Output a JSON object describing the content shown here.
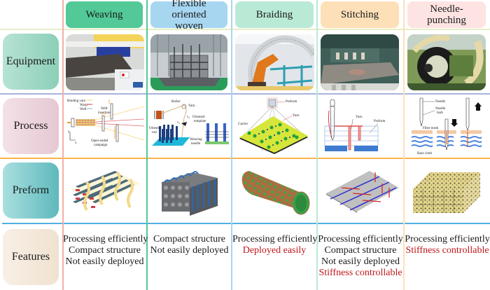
{
  "columns": [
    {
      "label": "Weaving",
      "color": "#52c996"
    },
    {
      "label": "Flexible oriented woven",
      "color": "#a7d6f1"
    },
    {
      "label": "Braiding",
      "color": "#b9ead6"
    },
    {
      "label": "Stitching",
      "color": "#fde0b8"
    },
    {
      "label": "Needle-punching",
      "color": "#fde4e2"
    }
  ],
  "rows": [
    {
      "label": "Equipment"
    },
    {
      "label": "Process"
    },
    {
      "label": "Preform"
    },
    {
      "label": "Features"
    }
  ],
  "equipment_images": [
    {
      "alt": "weaving-loom-photo"
    },
    {
      "alt": "flexible-oriented-woven-machine-photo"
    },
    {
      "alt": "braiding-machine-with-robot-photo"
    },
    {
      "alt": "stitching-machine-photo"
    },
    {
      "alt": "needle-punching-machine-photo"
    }
  ],
  "process_labels": {
    "weaving": {
      "binding_yarn": "Binding yarn",
      "warp": "Warp",
      "weft": "Weft",
      "weft_insertion_1": "Weft",
      "weft_insertion_2": "insertion",
      "open_ended_1": "Open-ended",
      "open_ended_2": "campaign",
      "axis_y": "y",
      "axis_x": "x"
    },
    "flexible": {
      "roller": "Roller",
      "yarn": "Yarn",
      "v1": "v₁",
      "v2": "v₂",
      "oriented_template_1": "Oriented",
      "oriented_template_2": "template",
      "oriented_rod_1": "Oriented",
      "oriented_rod_2": "rod",
      "weaving_needle_1": "Weaving",
      "weaving_needle_2": "needle"
    },
    "braiding": {
      "preform": "Preform",
      "yarn": "Yarn",
      "carrier": "Carrier"
    },
    "stitching": {
      "yarn": "Yarn",
      "preform": "Preform"
    },
    "needle_punching": {
      "needle": "Needle",
      "needle_barb_1": "Needle",
      "needle_barb_2": "barb",
      "fiber_mesh": "Fiber mesh",
      "base_cloth": "Base cloth"
    }
  },
  "features": [
    {
      "items": [
        {
          "text": "Processing efficiently",
          "highlight": false
        },
        {
          "text": "Compact structure",
          "highlight": false
        },
        {
          "text": "Not easily deployed",
          "highlight": false
        }
      ]
    },
    {
      "items": [
        {
          "text": "Compact structure",
          "highlight": false
        },
        {
          "text": "Not easily deployed",
          "highlight": false
        }
      ]
    },
    {
      "items": [
        {
          "text": "Processing efficiently",
          "highlight": false
        },
        {
          "text": "Deployed easily",
          "highlight": true
        }
      ]
    },
    {
      "items": [
        {
          "text": "Processing efficiently",
          "highlight": false
        },
        {
          "text": "Compact structure",
          "highlight": false
        },
        {
          "text": "Not easily deployed",
          "highlight": false
        },
        {
          "text": "Stiffness controllable",
          "highlight": true
        }
      ]
    },
    {
      "items": [
        {
          "text": "Processing efficiently",
          "highlight": false
        },
        {
          "text": "Stiffness controllable",
          "highlight": true
        }
      ]
    }
  ],
  "colors": {
    "highlight_text": "#c0161b",
    "row_line_header": "#e6eec4",
    "row_line_equipment": "#a8b3dc",
    "row_line_process": "#fbb24d",
    "row_line_preform": "#4fb1e3",
    "col_line_0": "#f4b0a6",
    "col_line_1": "#52c996",
    "col_line_2": "#a7d6f1",
    "col_line_3": "#b9ead6",
    "col_line_4": "#fde0b8"
  }
}
